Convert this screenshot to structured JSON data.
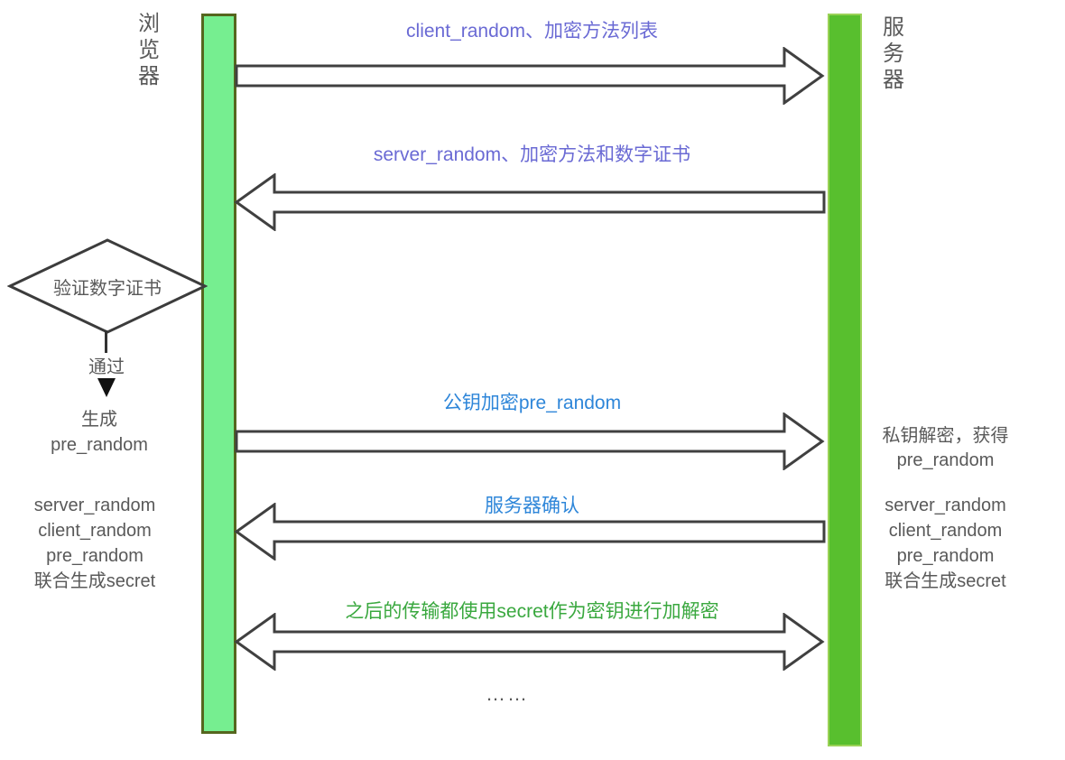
{
  "diagram": {
    "title_implied": "TLS handshake sequence",
    "actors": {
      "left": {
        "label": "浏览器"
      },
      "right": {
        "label": "服务器"
      }
    },
    "messages": [
      {
        "label": "client_random、加密方法列表",
        "direction": "right",
        "color": "#6a6ad4"
      },
      {
        "label": "server_random、加密方法和数字证书",
        "direction": "left",
        "color": "#6a6ad4"
      },
      {
        "label": "公钥加密pre_random",
        "direction": "right",
        "color": "#2e86d9"
      },
      {
        "label": "服务器确认",
        "direction": "left",
        "color": "#2e86d9"
      },
      {
        "label": "之后的传输都使用secret作为密钥进行加解密",
        "direction": "both",
        "color": "#3aa83f"
      }
    ],
    "decision": {
      "label": "验证数字证书",
      "result": "通过"
    },
    "notes": {
      "browser_generate": "生成\npre_random",
      "browser_combine": "server_random\nclient_random\npre_random\n联合生成secret",
      "server_decrypt": "私钥解密，获得\npre_random",
      "server_combine": "server_random\nclient_random\npre_random\n联合生成secret"
    },
    "ellipsis": "……",
    "colors": {
      "browser_lifeline_fill": "#76ee90",
      "browser_lifeline_border": "#55661e",
      "server_lifeline_fill": "#58bf2e",
      "label_purple_blue": "#6a6ad4",
      "label_bright_blue": "#2e86d9",
      "label_green": "#3aa83f",
      "text_gray": "#595959",
      "arrow_outline": "#404040"
    }
  }
}
